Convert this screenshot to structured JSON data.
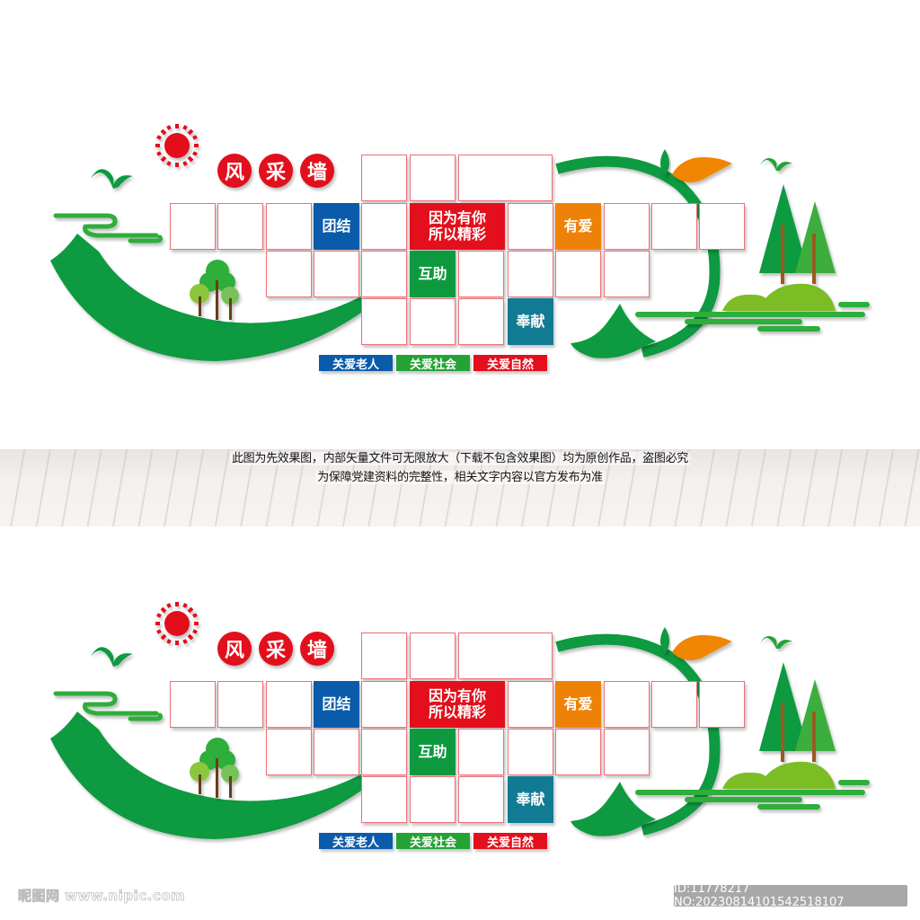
{
  "design": {
    "title_chars": [
      "风",
      "采",
      "墙"
    ],
    "tiles": {
      "unity": {
        "label": "团结",
        "color": "#0b5bab"
      },
      "because_you": {
        "line1": "因为有你",
        "line2": "所以精彩",
        "color": "#e30f1c"
      },
      "love": {
        "label": "有爱",
        "color": "#ee8208"
      },
      "mutual_help": {
        "label": "互助",
        "color": "#0d9a3f"
      },
      "dedication": {
        "label": "奉献",
        "color": "#117b93"
      }
    },
    "tags": [
      {
        "label": "关爱老人",
        "color": "#0b5bab"
      },
      {
        "label": "关爱社会",
        "color": "#25a236"
      },
      {
        "label": "关爱自然",
        "color": "#e30f1c"
      }
    ],
    "colors": {
      "sun": "#e30f1c",
      "green_dark": "#0d9a3f",
      "green_mid": "#2fae3a",
      "green_light": "#7cbd28",
      "leaf_orange": "#ef8505",
      "trunk": "#9a5a22",
      "frame_border": "#ee6f78"
    }
  },
  "notice": {
    "line1": "此图为先效果图，内部矢量文件可无限放大（下载不包含效果图）均为原创作品，盗图必究",
    "line2": "为保障党建资料的完整性，相关文字内容以官方发布为准"
  },
  "watermark": {
    "site": "昵图网 www.nipic.com",
    "id_text": "ID:11778217 NO:20230814101542518107"
  }
}
